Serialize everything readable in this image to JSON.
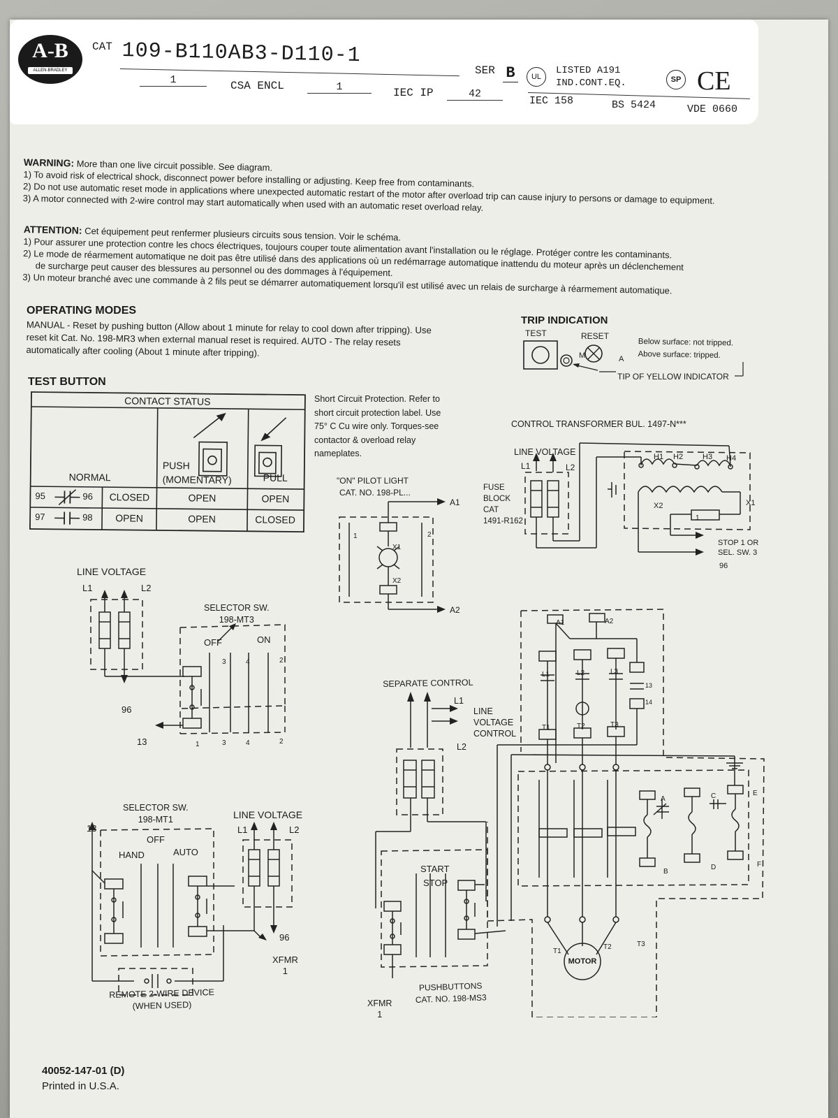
{
  "header": {
    "logo": "A-B",
    "logo_sub": "ALLEN-BRADLEY",
    "cat_label": "CAT",
    "cat_number": "109-B110AB3-D110-1",
    "ser_label": "SER",
    "ser_value": "B",
    "ul_mark": "UL",
    "listed_line1": "LISTED A191",
    "listed_line2": "IND.CONT.EQ.",
    "csa_mark": "SP",
    "ce_mark": "CE",
    "field1_value": "1",
    "csa_encl_label": "CSA ENCL",
    "csa_encl_value": "1",
    "iec_ip_label": "IEC IP",
    "iec_ip_value": "42",
    "iec_158": "IEC 158",
    "bs_5424": "BS 5424",
    "vde_0660": "VDE 0660"
  },
  "warning": {
    "label": "WARNING:",
    "intro": "More than one live circuit possible. See diagram.",
    "items": [
      "1) To avoid risk of electrical shock, disconnect power before installing or adjusting. Keep free from contaminants.",
      "2) Do not use automatic reset mode in applications where unexpected automatic restart of the motor after overload trip can cause injury to persons or damage to equipment.",
      "3) A motor connected with 2-wire control may start automatically when used with an automatic reset  overload relay."
    ]
  },
  "attention": {
    "label": "ATTENTION:",
    "intro": "Cet équipement peut renfermer plusieurs circuits sous tension. Voir le schéma.",
    "items": [
      "1) Pour assurer une protection contre les chocs électriques, toujours couper toute alimentation avant  l'installation  ou le réglage. Protéger contre les contaminants.",
      "2) Le mode de réarmement automatique  ne doit pas être utilisé dans des  applications où un redémarrage  automatique  inattendu du moteur après  un déclenchement",
      "de surcharge peut causer des blessures au personnel ou des dommages à l'équipement.",
      "3) Un moteur branché avec une commande à 2 fils peut se démarrer automatiquement lorsqu'il est  utilisé avec un relais de surcharge à réarmement automatique."
    ]
  },
  "operating_modes": {
    "title": "OPERATING MODES",
    "lines": [
      "MANUAL - Reset by pushing button (Allow about 1 minute for relay  to cool down after tripping). Use",
      "reset kit Cat. No. 198-MR3 when external manual   reset is required.   AUTO - The relay resets",
      "automatically after cooling  (About 1 minute after tripping)."
    ]
  },
  "trip_indication": {
    "title": "TRIP INDICATION",
    "test": "TEST",
    "reset": "RESET",
    "m": "M",
    "a": "A",
    "below": "Below surface: not tripped.",
    "above": "Above surface: tripped.",
    "tip": "TIP OF YELLOW INDICATOR"
  },
  "test_button": {
    "title": "TEST BUTTON",
    "contact_status": "CONTACT STATUS",
    "normal": "NORMAL",
    "push": "PUSH",
    "momentary": "(MOMENTARY)",
    "pull": "PULL",
    "rows": [
      {
        "a": "95",
        "b": "96",
        "normal": "CLOSED",
        "push": "OPEN",
        "pull": "OPEN"
      },
      {
        "a": "97",
        "b": "98",
        "normal": "OPEN",
        "push": "OPEN",
        "pull": "CLOSED"
      }
    ]
  },
  "short_circuit": {
    "lines": [
      "Short Circuit Protection. Refer to",
      "short circuit protection label. Use",
      "75° C Cu wire only. Torques-see",
      "contactor & overload relay",
      "nameplates."
    ]
  },
  "pilot_light": {
    "title1": "\"ON\" PILOT LIGHT",
    "title2": "CAT. NO. 198-PL...",
    "a1": "A1",
    "a2": "A2",
    "x1": "X1",
    "x2": "X2",
    "n1": "1",
    "n2": "2"
  },
  "control_transformer": {
    "title": "CONTROL TRANSFORMER BUL. 1497-N***",
    "line_voltage": "LINE VOLTAGE",
    "l1": "L1",
    "l2": "L2",
    "fuse_block": [
      "FUSE",
      "BLOCK",
      "CAT",
      "1491-R162"
    ],
    "h1": "H1",
    "h2": "H2",
    "h3": "H3",
    "h4": "H4",
    "x1": "X1",
    "x2": "X2",
    "one": "1",
    "stop": "STOP 1 OR",
    "selsw": "SEL. SW. 3",
    "n96": "96"
  },
  "selector_mt3": {
    "line_voltage": "LINE VOLTAGE",
    "l1": "L1",
    "l2": "L2",
    "title1": "SELECTOR SW.",
    "title2": "198-MT3",
    "off": "OFF",
    "on": "ON",
    "n96": "96",
    "n13": "13",
    "nums": [
      "3",
      "4",
      "2",
      "1",
      "3",
      "4",
      "2"
    ]
  },
  "selector_mt1": {
    "title1": "SELECTOR SW.",
    "title2": "198-MT1",
    "n13": "13",
    "off": "OFF",
    "hand": "HAND",
    "auto": "AUTO",
    "line_voltage": "LINE VOLTAGE",
    "l1": "L1",
    "l2": "L2",
    "n96": "96",
    "xfmr": "XFMR",
    "xfmr1": "1",
    "remote1": "REMOTE 2-WIRE DEVICE",
    "remote2": "(WHEN USED)"
  },
  "separate_control": {
    "title": "SEPARATE CONTROL",
    "l1": "L1",
    "line": "LINE",
    "voltage": "VOLTAGE",
    "control": "CONTROL",
    "l2": "L2",
    "start": "START",
    "stop": "STOP",
    "xfmr": "XFMR",
    "xfmr1": "1",
    "pb1": "PUSHBUTTONS",
    "pb2": "CAT. NO. 198-MS3"
  },
  "power_circuit": {
    "a1": "A1",
    "a2": "A2",
    "l1": "L1",
    "l2": "L2",
    "l3": "L3",
    "t1": "T1",
    "t2": "T2",
    "t3": "T3",
    "n13": "13",
    "n14": "14",
    "a": "A",
    "b": "B",
    "c": "C",
    "d": "D",
    "e": "E",
    "f": "F",
    "motor": "MOTOR"
  },
  "footer": {
    "code": "40052-147-01 (D)",
    "printed": "Printed in U.S.A."
  }
}
